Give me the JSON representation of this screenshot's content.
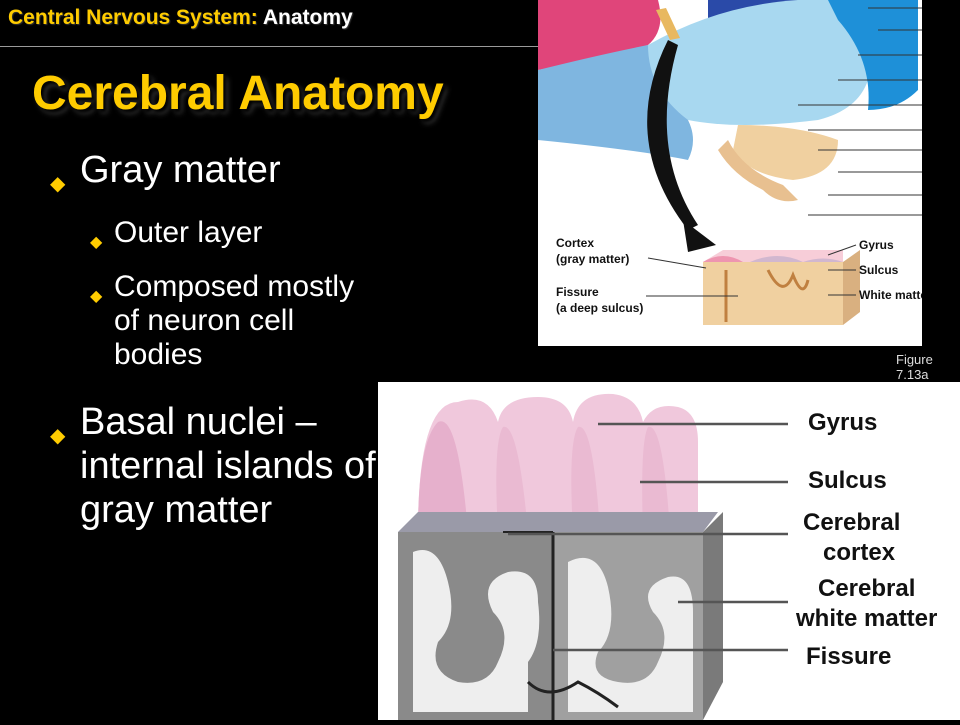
{
  "header": {
    "section": "Central Nervous System:",
    "topic": "Anatomy"
  },
  "title": "Cerebral Anatomy",
  "bullets": {
    "gray_matter": "Gray matter",
    "outer_layer": "Outer layer",
    "composed": "Composed mostly of neuron cell bodies",
    "basal": "Basal nuclei – internal islands of gray matter"
  },
  "figure_top": {
    "labels": {
      "cortex": "Cortex\n(gray matter)",
      "fissure": "Fissure\n(a deep sulcus)",
      "gyrus": "Gyrus",
      "sulcus": "Sulcus",
      "white_matter": "White matter"
    },
    "caption": "Figure 7.13a"
  },
  "figure_bottom": {
    "labels": {
      "gyrus": "Gyrus",
      "sulcus": "Sulcus",
      "cerebral_cortex_1": "Cerebral",
      "cerebral_cortex_2": "cortex",
      "white_matter_1": "Cerebral",
      "white_matter_2": "white matter",
      "fissure": "Fissure"
    }
  },
  "colors": {
    "accent": "#ffcc00",
    "background": "#000000"
  }
}
